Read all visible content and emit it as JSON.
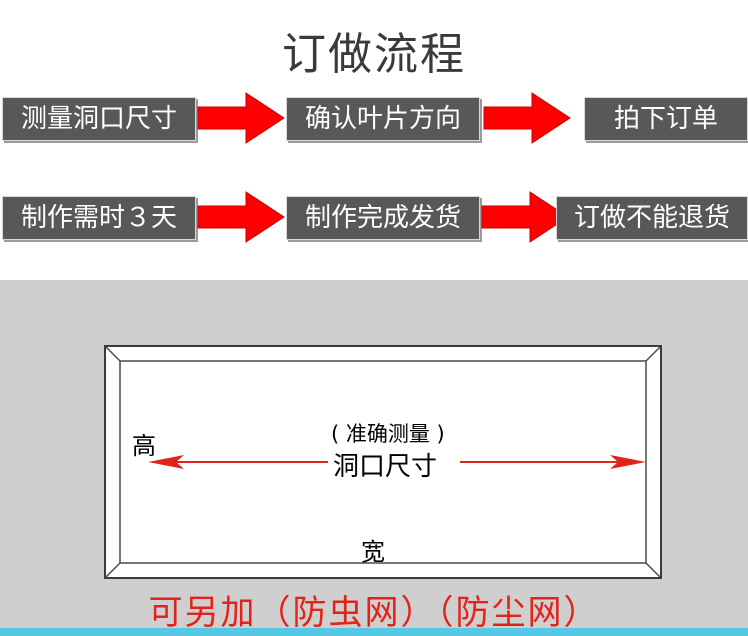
{
  "title": "订做流程",
  "steps_row1": [
    "测量洞口尺寸",
    "确认叶片方向",
    "拍下订单"
  ],
  "steps_row2": [
    "制作需时３天",
    "制作完成发货",
    "订做不能退货"
  ],
  "diagram": {
    "height_label": "高",
    "note": "( 准确测量 )",
    "dimension": "洞口尺寸",
    "width_label": "宽"
  },
  "bottom_note": "可另加（防虫网）（防尘网）",
  "colors": {
    "step_bg": "#585858",
    "arrow": "#ff0000",
    "accent_red": "#e2231a",
    "panel_gray": "#cfcfcf",
    "bottom_bar": "#55c8e6"
  },
  "icons": [
    "red-right-arrow-icon"
  ]
}
